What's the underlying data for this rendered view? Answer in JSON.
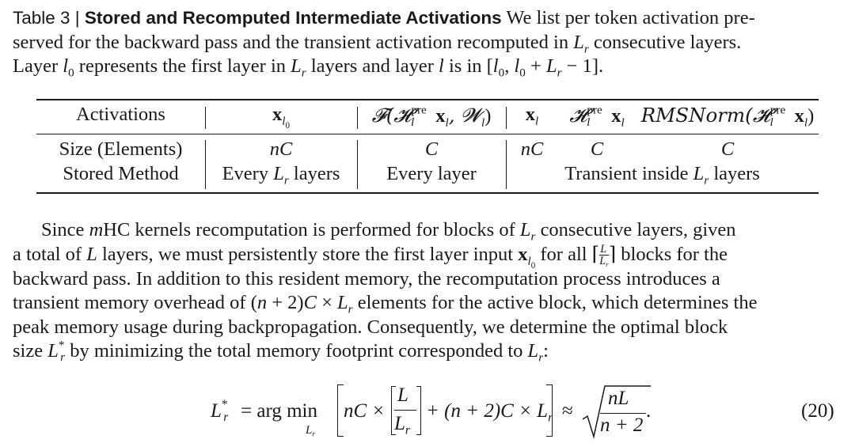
{
  "caption": {
    "label": "Table 3 | ",
    "title": "Stored and Recomputed Intermediate Activations",
    "text_1": " We list per token activation pre-",
    "text_2": "served for the backward pass and the transient activation recomputed in ",
    "text_2_lr": "L",
    "text_2_lr_sub": "r",
    "text_2_end": " consecutive layers.",
    "text_3a": "Layer ",
    "text_3_l0": "l",
    "text_3_l0_sub": "0",
    "text_3b": " represents the first layer in ",
    "text_3_lr": "L",
    "text_3_lr_sub": "r",
    "text_3c": " layers and layer ",
    "text_3_l": "l",
    "text_3d": " is in [",
    "text_3e": "l",
    "text_3e_sub": "0",
    "text_3f": ", ",
    "text_3g": "l",
    "text_3g_sub": "0",
    "text_3h": " + ",
    "text_3i": "L",
    "text_3i_sub": "r",
    "text_3j": " − 1]."
  },
  "table": {
    "header": {
      "col0": "Activations",
      "col1_main": "x",
      "col1_sub": "l",
      "col1_subsub": "0",
      "col2": "𝓕(𝓗",
      "col2_sup": "pre",
      "col2_sub": "l",
      "col2_b": "x",
      "col2_b_sub": "l",
      "col2_c": ", 𝓦",
      "col2_c_sub": "l",
      "col2_d": ")",
      "col3_main": "x",
      "col3_sub": "l",
      "col4_a": "𝓗",
      "col4_sup": "pre",
      "col4_sub": "l",
      "col4_b": "x",
      "col4_b_sub": "l",
      "col5_a": "RMSNorm(𝓗",
      "col5_sup": "pre",
      "col5_sub": "l",
      "col5_b": "x",
      "col5_b_sub": "l",
      "col5_c": ")"
    },
    "row_size": {
      "label": "Size (Elements)",
      "c1": "nC",
      "c2": "C",
      "c3": "nC",
      "c4": "C",
      "c5": "C"
    },
    "row_stored": {
      "label": "Stored Method",
      "c1_a": "Every ",
      "c1_lr": "L",
      "c1_lr_sub": "r",
      "c1_b": " layers",
      "c2": "Every layer",
      "c3_a": "Transient inside ",
      "c3_lr": "L",
      "c3_lr_sub": "r",
      "c3_b": " layers"
    }
  },
  "paragraph": {
    "l1_a": "Since ",
    "l1_m": "m",
    "l1_b": "HC kernels recomputation is performed for blocks of ",
    "l1_lr": "L",
    "l1_lr_sub": "r",
    "l1_c": " consecutive layers, given",
    "l2_a": "a total of ",
    "l2_L": "L",
    "l2_b": " layers, we must persistently store the first layer input ",
    "l2_x": "x",
    "l2_x_sub": "l",
    "l2_x_subsub": "0",
    "l2_c": " for all ⌈",
    "l2_frac_num": "L",
    "l2_frac_den": "L",
    "l2_frac_den_sub": "r",
    "l2_d": "⌉ blocks for the",
    "l3": "backward pass. In addition to this resident memory, the recomputation process introduces a",
    "l4_a": "transient memory overhead of (",
    "l4_n": "n",
    "l4_b": " + 2)",
    "l4_C": "C",
    "l4_c": " × ",
    "l4_lr": "L",
    "l4_lr_sub": "r",
    "l4_d": " elements for the active block, which determines the",
    "l5": "peak memory usage during backpropagation. Consequently, we determine the optimal block",
    "l6_a": "size ",
    "l6_lr": "L",
    "l6_lr_sup": "*",
    "l6_lr_sub": "r",
    "l6_b": " by minimizing the total memory footprint corresponded to ",
    "l6_lr2": "L",
    "l6_lr2_sub": "r",
    "l6_c": ":"
  },
  "equation": {
    "lhs": "L",
    "lhs_sup": "*",
    "lhs_sub": "r",
    "eq": " = arg min",
    "argmin_sub": "L",
    "argmin_sub_sub": "r",
    "term1": "nC ×",
    "frac_num": "L",
    "frac_den": "L",
    "frac_den_sub": "r",
    "term2": "+ (n + 2)C × L",
    "term2_sub": "r",
    "approx": "≈",
    "sqrt_num": "nL",
    "sqrt_den": "n + 2",
    "period": ".",
    "number": "(20)"
  }
}
